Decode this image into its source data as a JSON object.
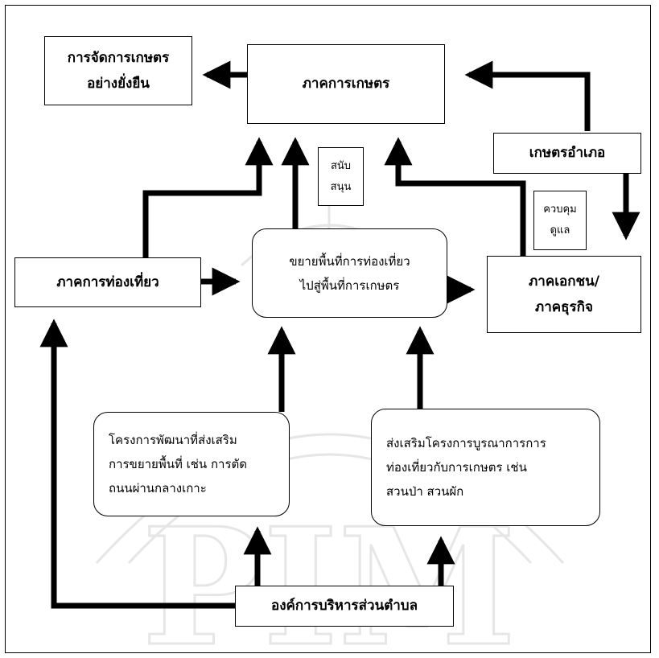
{
  "nodes": {
    "sustainable_agri": [
      "การจัดการเกษตร",
      "อย่างยั่งยืน"
    ],
    "agri_sector": [
      "ภาคการเกษตร"
    ],
    "district_agri": [
      "เกษตรอำเภอ"
    ],
    "support": [
      "สนับ",
      "สนุน"
    ],
    "supervise": [
      "ควบคุม",
      "ดูแล"
    ],
    "tourism_sector": [
      "ภาคการท่องเที่ยว"
    ],
    "expand_tourism": [
      "ขยายพื้นที่การท่องเที่ยว",
      "ไปสู่พื้นที่การเกษตร"
    ],
    "private_sector": [
      "ภาคเอกชน/",
      "ภาคธุรกิจ"
    ],
    "dev_project": [
      "โครงการพัฒนาที่ส่งเสริม",
      "การขยายพื้นที่ เช่น การตัด",
      "ถนนผ่านกลางเกาะ"
    ],
    "promote_project": [
      "ส่งเสริมโครงการบูรณาการการ",
      "ท่องเที่ยวกับการเกษตร เช่น",
      "สวนป่า สวนผัก"
    ],
    "sao": [
      "องค์การบริหารส่วนตำบล"
    ]
  },
  "watermark": "PIM",
  "colors": {
    "line": "#000000",
    "watermark": "#e6e6e6",
    "background": "#ffffff"
  }
}
